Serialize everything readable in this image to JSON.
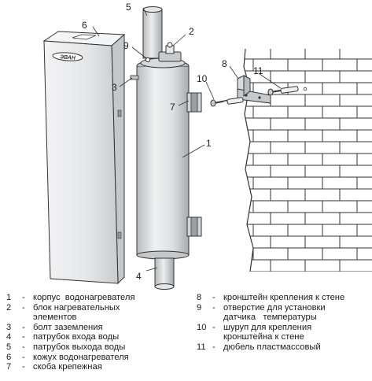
{
  "callouts": [
    "1",
    "2",
    "3",
    "4",
    "5",
    "6",
    "7",
    "8",
    "9",
    "10",
    "11"
  ],
  "brand_logo": "ЭВАН",
  "legend": {
    "dash": "-",
    "left": [
      {
        "n": "1",
        "text": "корпус  водонагревателя"
      },
      {
        "n": "2",
        "text": "блок нагревательных\nэлементов"
      },
      {
        "n": "3",
        "text": "болт заземления"
      },
      {
        "n": "4",
        "text": "патрубок входа воды"
      },
      {
        "n": "5",
        "text": "патрубок выхода воды"
      },
      {
        "n": "6",
        "text": "кожух водонагревателя"
      },
      {
        "n": "7",
        "text": "скоба крепежная"
      }
    ],
    "right": [
      {
        "n": "8",
        "text": "кронштейн крепления к стене"
      },
      {
        "n": "9",
        "text": "отверстие для установки\nдатчика   температуры"
      },
      {
        "n": "10",
        "text": "шуруп для крепления\nкронштейна к стене"
      },
      {
        "n": "11",
        "text": "дюбель пластмассовый"
      }
    ]
  }
}
